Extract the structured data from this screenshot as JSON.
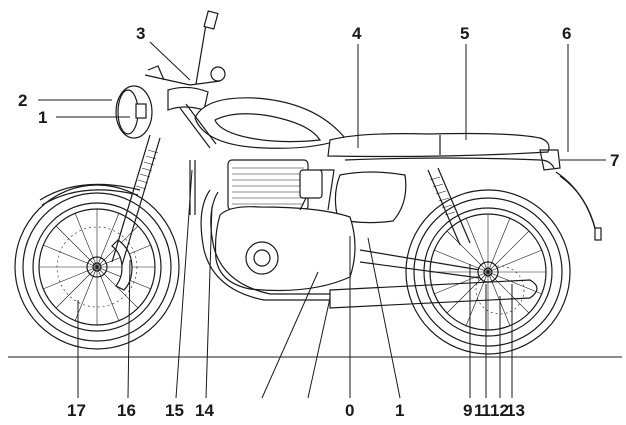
{
  "diagram": {
    "labels": {
      "l1": "1",
      "l2": "2",
      "l3": "3",
      "l4": "4",
      "l5": "5",
      "l6": "6",
      "l7": "7",
      "b17": "17",
      "b16": "16",
      "b15": "15",
      "b14": "14",
      "b0": "0",
      "b1": "1",
      "b9": "9",
      "b11": "11",
      "b12": "12",
      "b13": "13"
    }
  }
}
